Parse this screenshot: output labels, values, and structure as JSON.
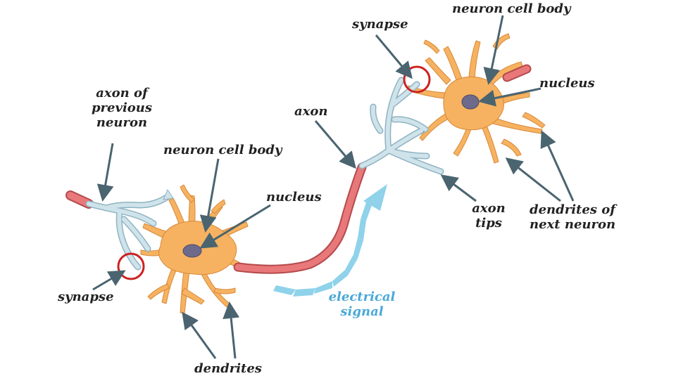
{
  "labels": {
    "axon_previous_line1": "axon of",
    "axon_previous_line2": "previous",
    "axon_previous_line3": "neuron",
    "cell_body_left": "neuron cell body",
    "nucleus_left": "nucleus",
    "synapse_left": "synapse",
    "dendrites": "dendrites",
    "axon": "axon",
    "electrical_signal_line1": "electrical",
    "electrical_signal_line2": "signal",
    "synapse_right": "synapse",
    "cell_body_right": "neuron cell body",
    "nucleus_right": "nucleus",
    "axon_tips_line1": "axon",
    "axon_tips_line2": "tips",
    "dendrites_next_line1": "dendrites of",
    "dendrites_next_line2": "next neuron"
  },
  "colors": {
    "cell_body": "#f6b260",
    "cell_outline": "#d9893a",
    "nucleus": "#6e6a8c",
    "axon_fill": "#e9787a",
    "axon_outline": "#b54b4d",
    "axon_terminal": "#cfe3ea",
    "axon_terminal_outline": "#8fb3c2",
    "synapse_circle": "#cc2222",
    "signal": "#8fd2ea",
    "pointer": "#4a6470",
    "signal_text": "#4aa8d8"
  }
}
